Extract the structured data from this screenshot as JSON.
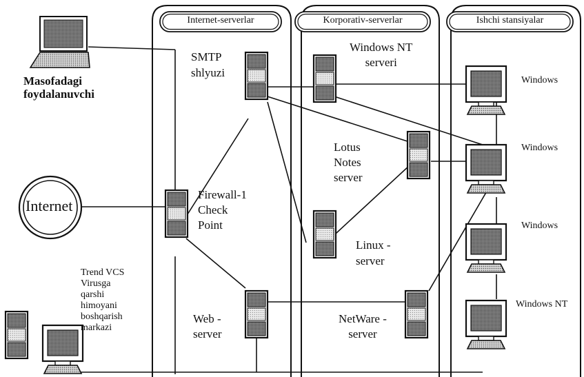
{
  "colors": {
    "ink": "#111111",
    "paper": "#ffffff",
    "shade_dark": "#7a7a7a",
    "shade_light": "#d8d8d8"
  },
  "groups": [
    {
      "id": "internet",
      "title": "Internet-serverlar"
    },
    {
      "id": "corporate",
      "title": "Korporativ-serverlar"
    },
    {
      "id": "workstations",
      "title": "Ishchi stansiyalar"
    }
  ],
  "nodes": {
    "remote_user": "Masofadagi\nfoydalanuvchi",
    "internet": "Internet",
    "smtp": "SMTP\nshlyuzi",
    "firewall": "Firewall-1\nCheck\nPoint",
    "web": "Web -\nserver",
    "winnt_server": "Windows NT\nserveri",
    "lotus": "Lotus\nNotes\nserver",
    "linux": "Linux -\nserver",
    "netware": "NetWare -\nserver",
    "trend": "Trend VCS\nVirusga\nqarshi\nhimoyani\nboshqarish\nmarkazi",
    "ws1": "Windows",
    "ws2": "Windows",
    "ws3": "Windows",
    "ws4": "Windows NT"
  },
  "icons": {
    "remote_user": "laptop-icon",
    "internet": "cloud-circle-icon",
    "server": "server-tower-icon",
    "workstation": "monitor-icon"
  }
}
